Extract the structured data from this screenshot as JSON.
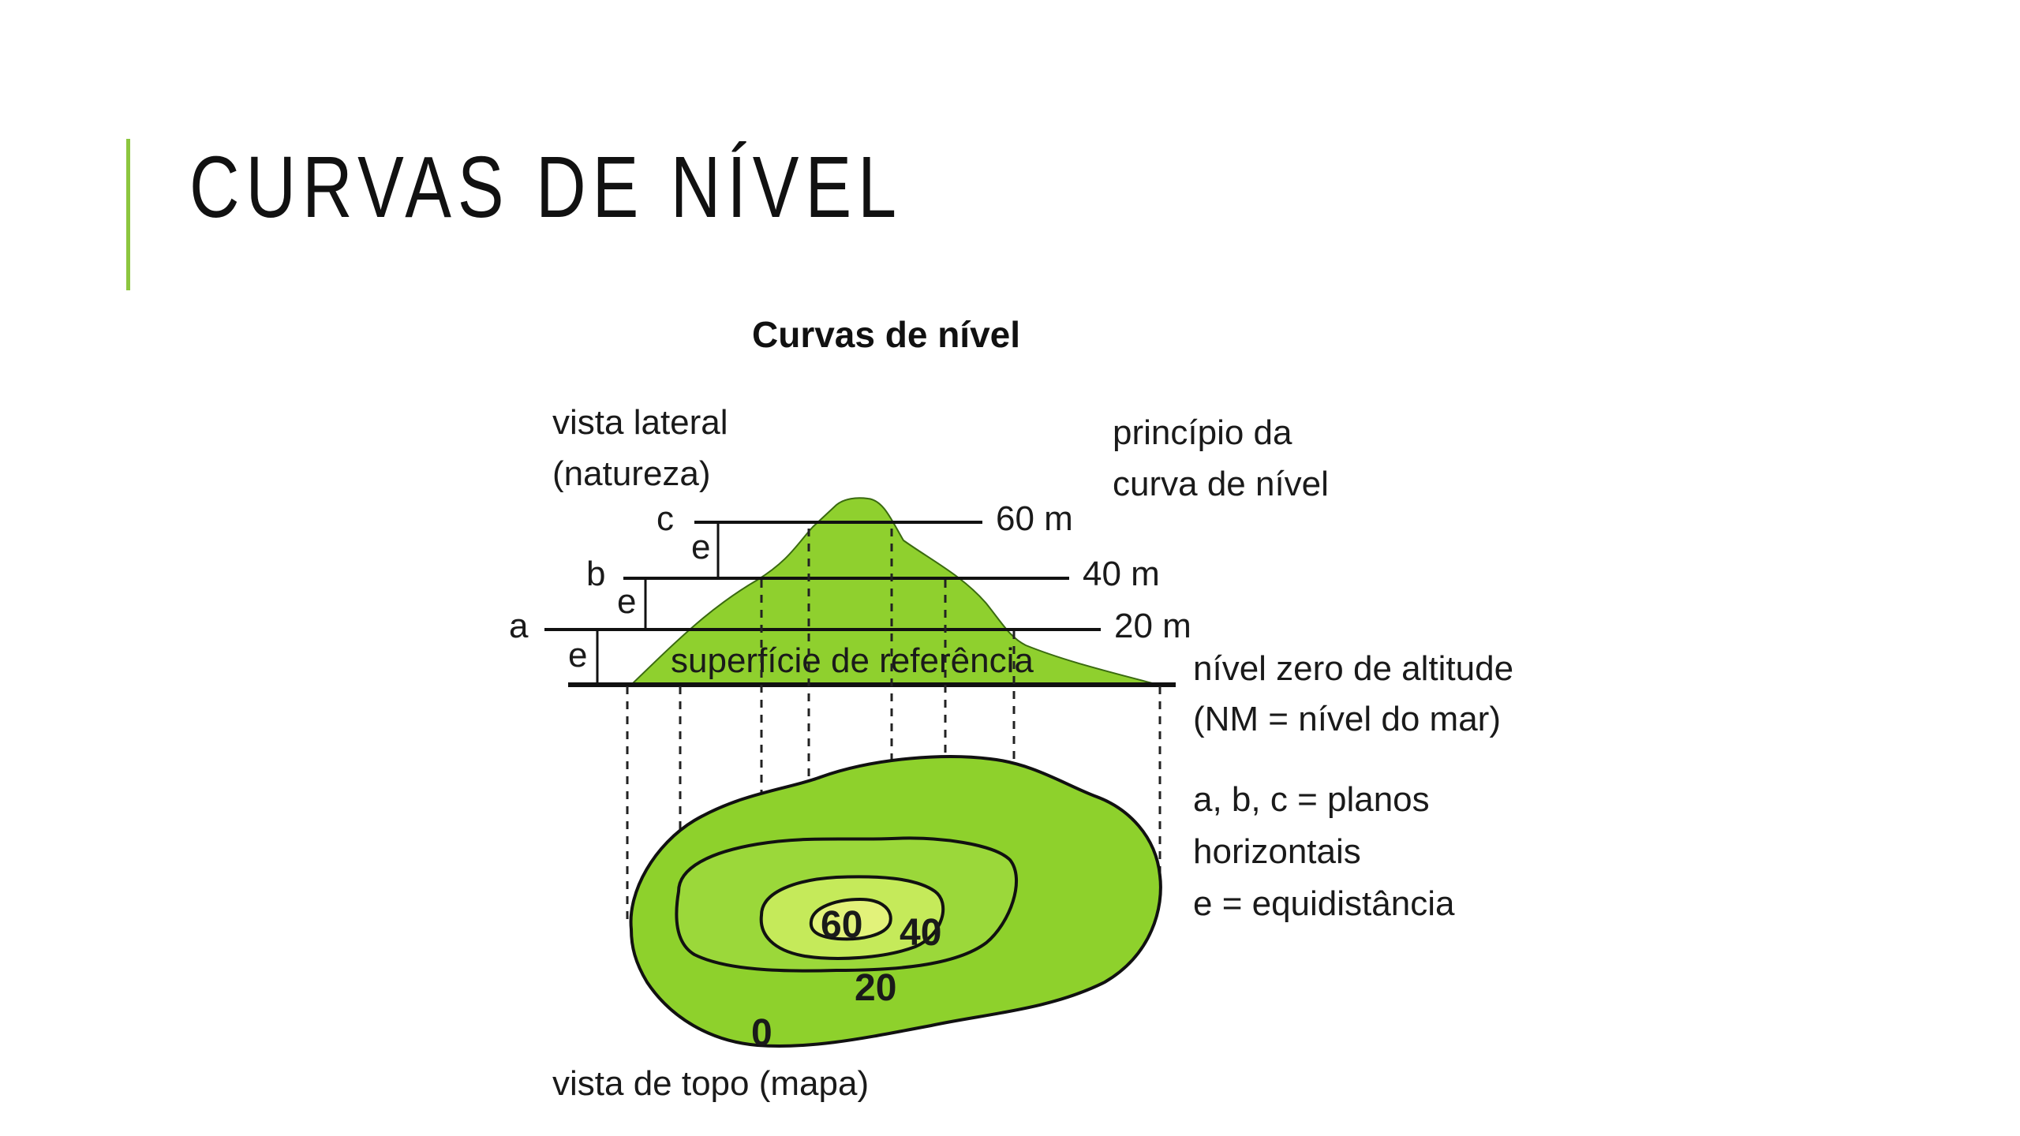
{
  "slide": {
    "title": "CURVAS DE NÍVEL",
    "accent_color": "#8cc63f"
  },
  "figure": {
    "title": "Curvas de nível",
    "side_view_label_1": "vista lateral",
    "side_view_label_2": "(natureza)",
    "principle_label_1": "princípio da",
    "principle_label_2": "curva de nível",
    "plane_c": "c",
    "plane_b": "b",
    "plane_a": "a",
    "equidistance_mark": "e",
    "altitude_60": "60 m",
    "altitude_40": "40 m",
    "altitude_20": "20 m",
    "reference_surface": "superfície de referência",
    "zero_level_1": "nível zero de altitude",
    "zero_level_2": "(NM = nível do mar)",
    "legend_planes_1": "a, b, c = planos",
    "legend_planes_2": "horizontais",
    "legend_equidistance": "e = equidistância",
    "contour_60": "60",
    "contour_40": "40",
    "contour_20": "20",
    "contour_0": "0",
    "top_view_label": "vista de topo (mapa)",
    "colors": {
      "outer": "#8ed12c",
      "ring_20": "#9bd83a",
      "ring_40": "#c5ea5a",
      "peak": "#e2f27a",
      "mountain": "#8fd02e"
    }
  }
}
